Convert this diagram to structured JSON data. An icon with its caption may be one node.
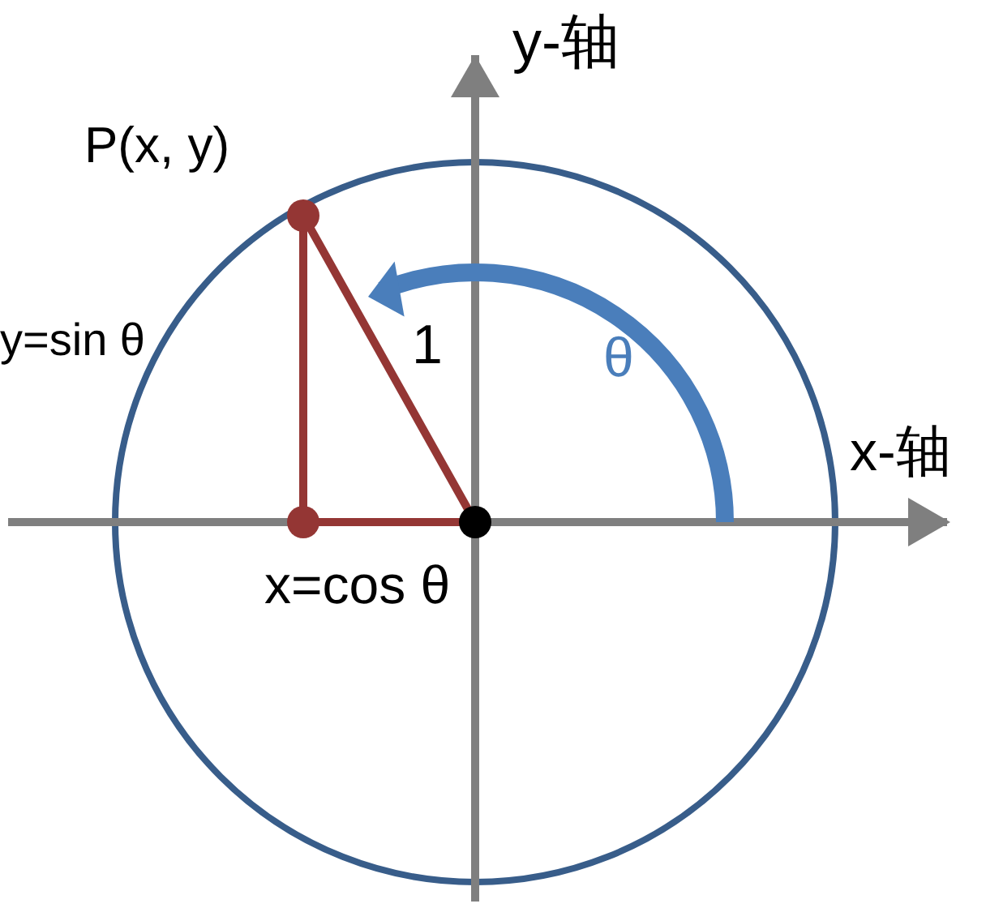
{
  "diagram": {
    "labels": [
      "y-轴",
      "P(x, y)",
      "y=sin θ",
      "1",
      "θ",
      "x-轴",
      "x=cos θ"
    ]
  }
}
